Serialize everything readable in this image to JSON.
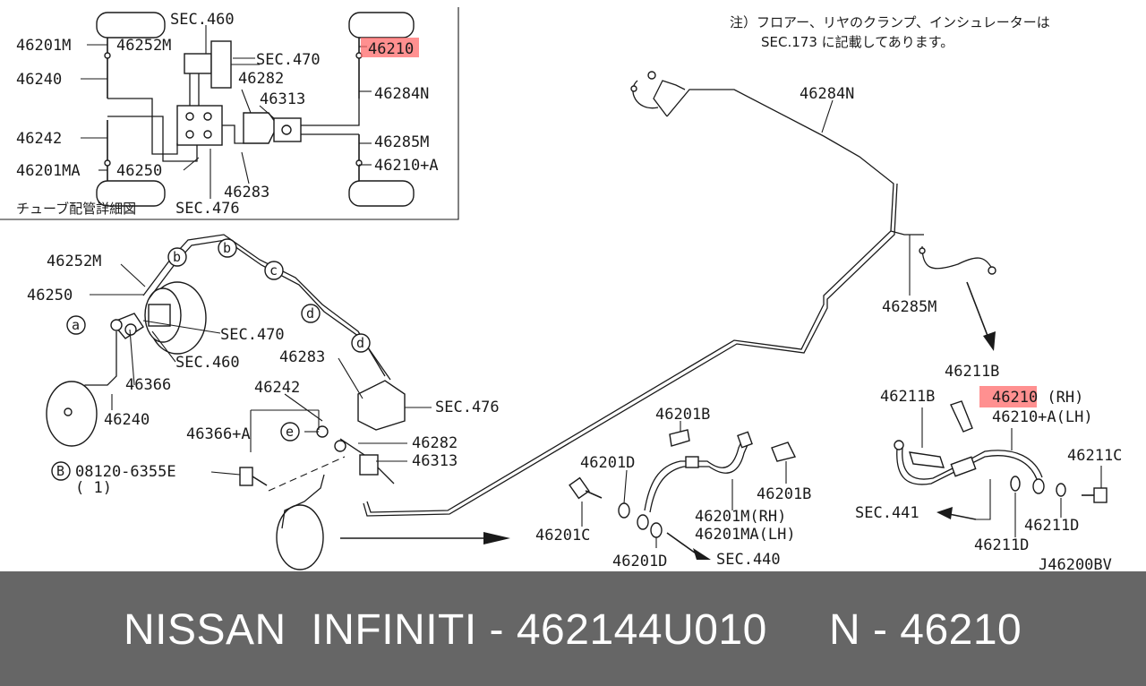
{
  "colors": {
    "highlight": "#ff6b6b",
    "footer_bg": "#666666",
    "footer_text": "#ffffff",
    "line": "#1a1a1a"
  },
  "inset": {
    "labels": {
      "sec460": "SEC.460",
      "sec470": "SEC.470",
      "sec476": "SEC.476",
      "p46201m": "46201M",
      "p46252m": "46252M",
      "p46240": "46240",
      "p46282": "46282",
      "p46313": "46313",
      "p46284n": "46284N",
      "p46242": "46242",
      "p46285m": "46285M",
      "p46201ma": "46201MA",
      "p46250": "46250",
      "p46210a": "46210+A",
      "p46283": "46283",
      "p46210": "46210",
      "caption": "チューブ配管詳細図"
    }
  },
  "note": {
    "line1": "注）フロアー、リヤのクランプ、インシュレーターは",
    "line2": "SEC.173 に記載してあります。"
  },
  "main": {
    "labels": {
      "p46284n": "46284N",
      "p46285m": "46285M",
      "p46252m": "46252M",
      "p46250": "46250",
      "sec470": "SEC.470",
      "sec460": "SEC.460",
      "p46366": "46366",
      "p46240": "46240",
      "p46283": "46283",
      "p46242": "46242",
      "sec476": "SEC.476",
      "p46366a": "46366+A",
      "p46282": "46282",
      "p46313": "46313",
      "bolt": "08120-6355E",
      "bolt_qty": "( 1)",
      "circle_a": "a",
      "circle_b": "b",
      "circle_c": "c",
      "circle_d": "d",
      "circle_e": "e",
      "circle_B": "B",
      "p46201b_top": "46201B",
      "p46201d_top": "46201D",
      "p46201c": "46201C",
      "p46201d_bot": "46201D",
      "p46201m_rh": "46201M(RH)",
      "p46201ma_lh": "46201MA(LH)",
      "p46201b_r": "46201B",
      "sec440": "SEC.440",
      "p46211b_top": "46211B",
      "p46211b_left": "46211B",
      "p46210_rh": "46210 (RH)",
      "p46210a_lh": "46210+A(LH)",
      "p46211c": "46211C",
      "sec441": "SEC.441",
      "p46211d_r": "46211D",
      "p46211d_b": "46211D",
      "diagram_id": "J46200BV"
    }
  },
  "footer": {
    "text": "NISSAN  INFINITI - 462144U010     N - 46210"
  }
}
